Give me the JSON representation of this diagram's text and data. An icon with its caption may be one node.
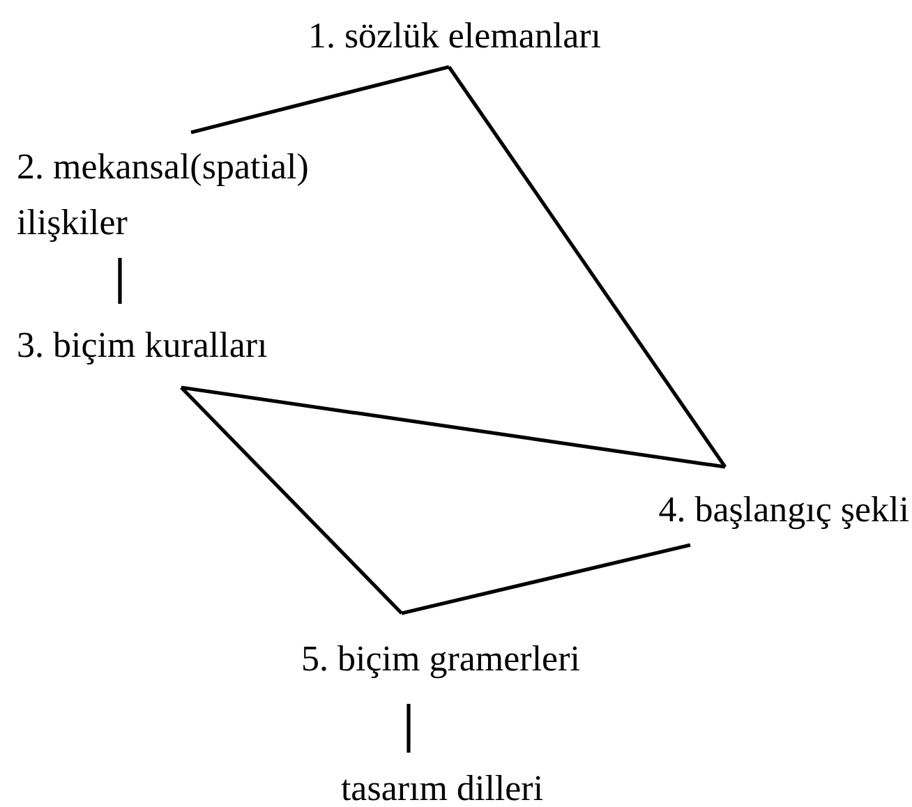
{
  "diagram": {
    "nodes": [
      {
        "text": [
          "1. sözlük elemanları"
        ]
      },
      {
        "text": [
          "2. mekansal(spatial) ilişkiler"
        ]
      },
      {
        "text": [
          "3. biçim kuralları"
        ]
      },
      {
        "text": [
          "4. başlangıç şekli"
        ]
      },
      {
        "text": [
          "5. biçim gramerleri"
        ]
      },
      {
        "text": [
          "tasarım dilleri"
        ]
      }
    ],
    "edges": [
      {
        "from": 0,
        "to": 1,
        "arrow": "none"
      },
      {
        "from": 1,
        "to": 2,
        "arrow": "none"
      },
      {
        "from": 0,
        "to": 3,
        "arrow": "none"
      },
      {
        "from": 2,
        "to": 3,
        "arrow": "none"
      },
      {
        "from": 2,
        "to": 4,
        "arrow": "none"
      },
      {
        "from": 3,
        "to": 4,
        "arrow": "none"
      },
      {
        "from": 4,
        "to": 5,
        "arrow": "none"
      }
    ]
  }
}
